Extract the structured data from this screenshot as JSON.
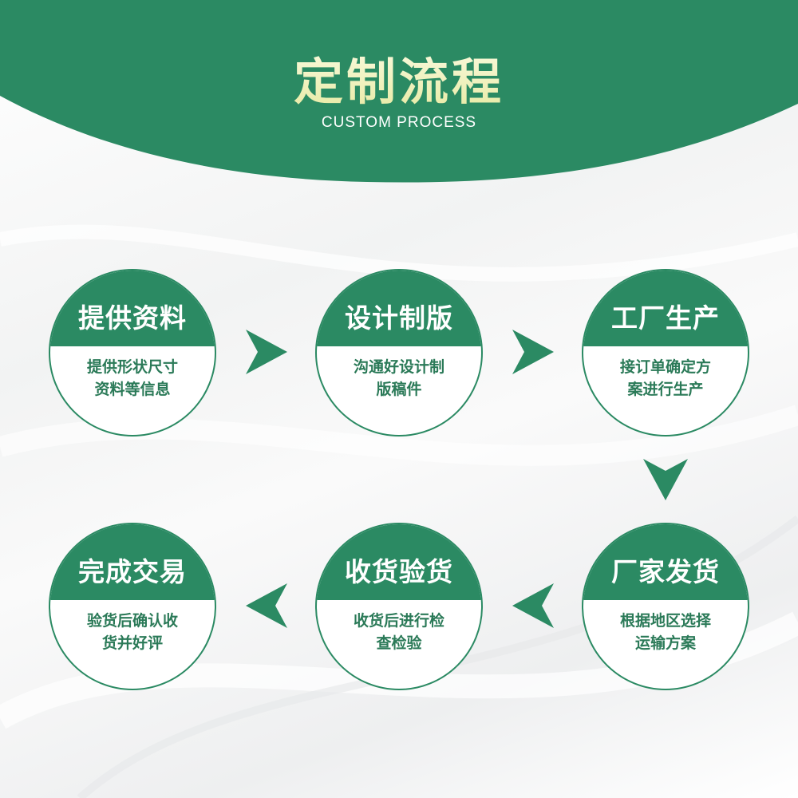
{
  "header": {
    "title": "定制流程",
    "subtitle": "CUSTOM PROCESS"
  },
  "colors": {
    "brand_green": "#2b8a63",
    "title_cream": "#f3f4c6",
    "text_green": "#2b7a58"
  },
  "steps": [
    {
      "title": "提供资料",
      "desc": [
        "提供形状尺寸",
        "资料等信息"
      ]
    },
    {
      "title": "设计制版",
      "desc": [
        "沟通好设计制",
        "版稿件"
      ]
    },
    {
      "title": "工厂生产",
      "desc": [
        "接订单确定方",
        "案进行生产"
      ]
    },
    {
      "title": "厂家发货",
      "desc": [
        "根据地区选择",
        "运输方案"
      ]
    },
    {
      "title": "收货验货",
      "desc": [
        "收货后进行检",
        "查检验"
      ]
    },
    {
      "title": "完成交易",
      "desc": [
        "验货后确认收",
        "货并好评"
      ]
    }
  ],
  "arrows": [
    "right-arrow-icon",
    "right-arrow-icon",
    "down-arrow-icon",
    "left-arrow-icon",
    "left-arrow-icon"
  ]
}
